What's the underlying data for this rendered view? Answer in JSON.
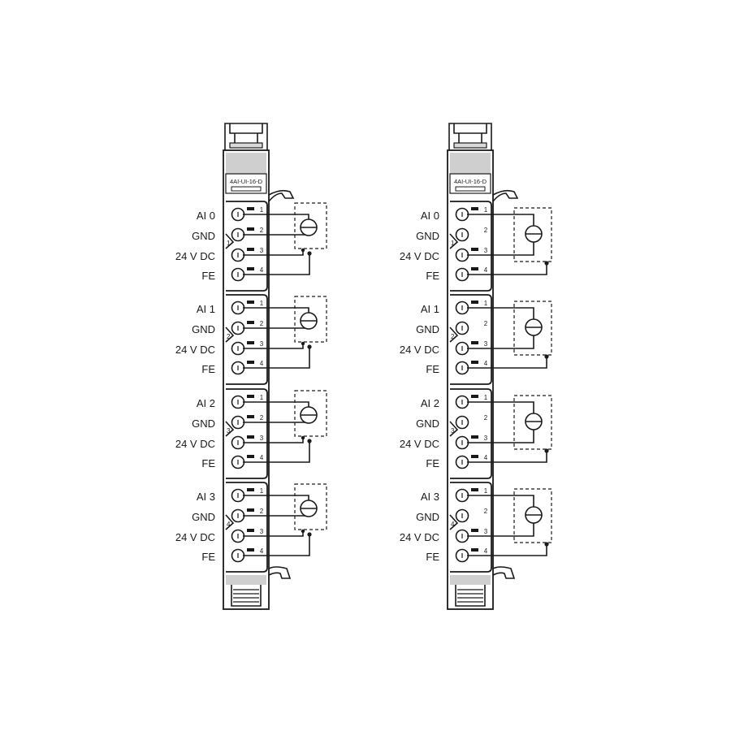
{
  "modules": [
    {
      "id": "left",
      "model_label": "4AI-UI-16-D",
      "channels": [
        {
          "number": "1",
          "pins": [
            {
              "signal": "AI 0",
              "num": "1"
            },
            {
              "signal": "GND",
              "num": "2"
            },
            {
              "signal": "24 V DC",
              "num": "3"
            },
            {
              "signal": "FE",
              "num": "4"
            }
          ]
        },
        {
          "number": "2",
          "pins": [
            {
              "signal": "AI 1",
              "num": "1"
            },
            {
              "signal": "GND",
              "num": "2"
            },
            {
              "signal": "24 V DC",
              "num": "3"
            },
            {
              "signal": "FE",
              "num": "4"
            }
          ]
        },
        {
          "number": "3",
          "pins": [
            {
              "signal": "AI 2",
              "num": "1"
            },
            {
              "signal": "GND",
              "num": "2"
            },
            {
              "signal": "24 V DC",
              "num": "3"
            },
            {
              "signal": "FE",
              "num": "4"
            }
          ]
        },
        {
          "number": "4",
          "pins": [
            {
              "signal": "AI 3",
              "num": "1"
            },
            {
              "signal": "GND",
              "num": "2"
            },
            {
              "signal": "24 V DC",
              "num": "3"
            },
            {
              "signal": "FE",
              "num": "4"
            }
          ]
        }
      ]
    },
    {
      "id": "right",
      "model_label": "4AI-UI-16-D",
      "channels": [
        {
          "number": "1",
          "pins": [
            {
              "signal": "AI 0",
              "num": "1"
            },
            {
              "signal": "GND",
              "num": "2"
            },
            {
              "signal": "24 V DC",
              "num": "3"
            },
            {
              "signal": "FE",
              "num": "4"
            }
          ]
        },
        {
          "number": "2",
          "pins": [
            {
              "signal": "AI 1",
              "num": "1"
            },
            {
              "signal": "GND",
              "num": "2"
            },
            {
              "signal": "24 V DC",
              "num": "3"
            },
            {
              "signal": "FE",
              "num": "4"
            }
          ]
        },
        {
          "number": "3",
          "pins": [
            {
              "signal": "AI 2",
              "num": "1"
            },
            {
              "signal": "GND",
              "num": "2"
            },
            {
              "signal": "24 V DC",
              "num": "3"
            },
            {
              "signal": "FE",
              "num": "4"
            }
          ]
        },
        {
          "number": "4",
          "pins": [
            {
              "signal": "AI 3",
              "num": "1"
            },
            {
              "signal": "GND",
              "num": "2"
            },
            {
              "signal": "24 V DC",
              "num": "3"
            },
            {
              "signal": "FE",
              "num": "4"
            }
          ]
        }
      ]
    }
  ]
}
